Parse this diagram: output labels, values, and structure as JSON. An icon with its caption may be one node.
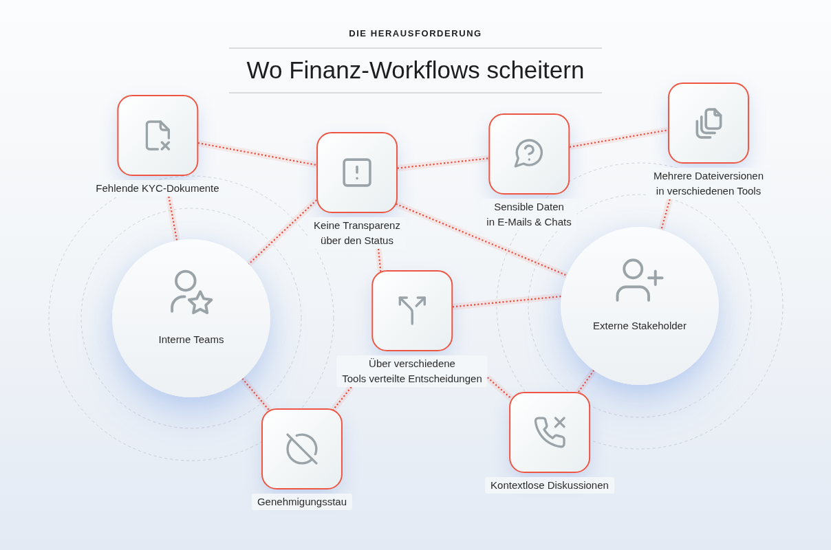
{
  "diagram": {
    "title": "Wo Finanz-Workflows scheitern",
    "nodes": [
      {
        "text": [
          "Fehlende KYC-Dokumente"
        ]
      },
      {
        "text": [
          "Keine Transparenz über den Status"
        ]
      },
      {
        "text": [
          "Sensible Daten in E-Mails & Chats"
        ]
      },
      {
        "text": [
          "Mehrere Dateiversionen in verschiedenen Tools"
        ]
      },
      {
        "text": [
          "Interne Teams"
        ]
      },
      {
        "text": [
          "Über verschiedene Tools verteilte Entscheidungen"
        ]
      },
      {
        "text": [
          "Externe Stakeholder"
        ]
      },
      {
        "text": [
          "Genehmigungsstau"
        ]
      },
      {
        "text": [
          "Kontextlose Diskussionen"
        ]
      }
    ],
    "edges": [
      {
        "from": 0,
        "to": 1,
        "arrow": "none",
        "style": "dashed"
      },
      {
        "from": 0,
        "to": 4,
        "arrow": "none",
        "style": "dashed"
      },
      {
        "from": 1,
        "to": 2,
        "arrow": "none",
        "style": "dashed"
      },
      {
        "from": 2,
        "to": 3,
        "arrow": "none",
        "style": "dashed"
      },
      {
        "from": 1,
        "to": 4,
        "arrow": "none",
        "style": "dashed"
      },
      {
        "from": 1,
        "to": 5,
        "arrow": "none",
        "style": "dashed"
      },
      {
        "from": 1,
        "to": 6,
        "arrow": "none",
        "style": "dashed"
      },
      {
        "from": 3,
        "to": 6,
        "arrow": "none",
        "style": "dashed"
      },
      {
        "from": 5,
        "to": 6,
        "arrow": "none",
        "style": "dashed"
      },
      {
        "from": 4,
        "to": 7,
        "arrow": "none",
        "style": "dashed"
      },
      {
        "from": 5,
        "to": 7,
        "arrow": "none",
        "style": "dashed"
      },
      {
        "from": 5,
        "to": 8,
        "arrow": "none",
        "style": "dashed"
      },
      {
        "from": 6,
        "to": 8,
        "arrow": "none",
        "style": "dashed"
      }
    ],
    "labels": [
      "DIE HERAUSFORDERUNG"
    ]
  }
}
